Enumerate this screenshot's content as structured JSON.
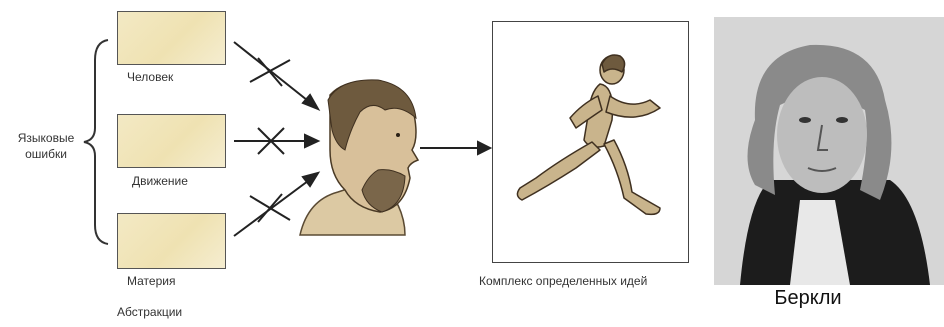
{
  "left_group": {
    "side_label_line1": "Языковые",
    "side_label_line2": "ошибки",
    "cards": [
      {
        "label": "Человек"
      },
      {
        "label": "Движение"
      },
      {
        "label": "Материя"
      }
    ],
    "bottom_label": "Абстракции"
  },
  "scene": {
    "caption": "Комплекс определенных идей"
  },
  "portrait": {
    "caption": "Беркли"
  }
}
